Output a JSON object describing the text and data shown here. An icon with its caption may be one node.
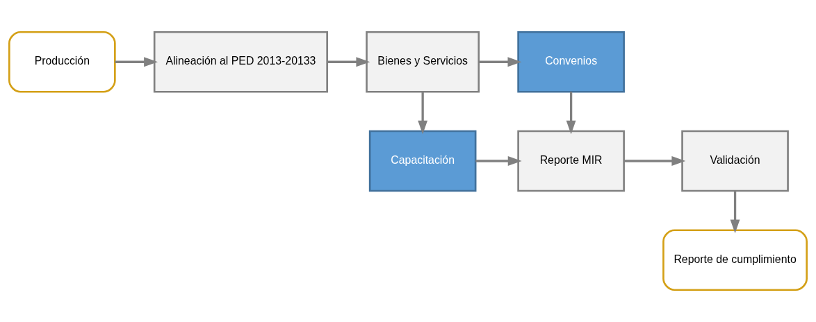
{
  "diagram": {
    "nodes": [
      {
        "text": [
          "Producción"
        ]
      },
      {
        "text": [
          "Alineación al PED 2013-20133"
        ]
      },
      {
        "text": [
          "Bienes y Servicios"
        ]
      },
      {
        "text": [
          "Convenios"
        ]
      },
      {
        "text": [
          "Capacitación"
        ]
      },
      {
        "text": [
          "Reporte MIR"
        ]
      },
      {
        "text": [
          "Validación"
        ]
      },
      {
        "text": [
          "Reporte de cumplimiento"
        ]
      }
    ],
    "edges": [
      {
        "from": 0,
        "to": 1,
        "arrow": "to"
      },
      {
        "from": 1,
        "to": 2,
        "arrow": "to"
      },
      {
        "from": 2,
        "to": 3,
        "arrow": "to"
      },
      {
        "from": 2,
        "to": 4,
        "arrow": "to"
      },
      {
        "from": 3,
        "to": 5,
        "arrow": "to"
      },
      {
        "from": 4,
        "to": 5,
        "arrow": "to"
      },
      {
        "from": 5,
        "to": 6,
        "arrow": "to"
      },
      {
        "from": 6,
        "to": 7,
        "arrow": "to"
      }
    ]
  }
}
